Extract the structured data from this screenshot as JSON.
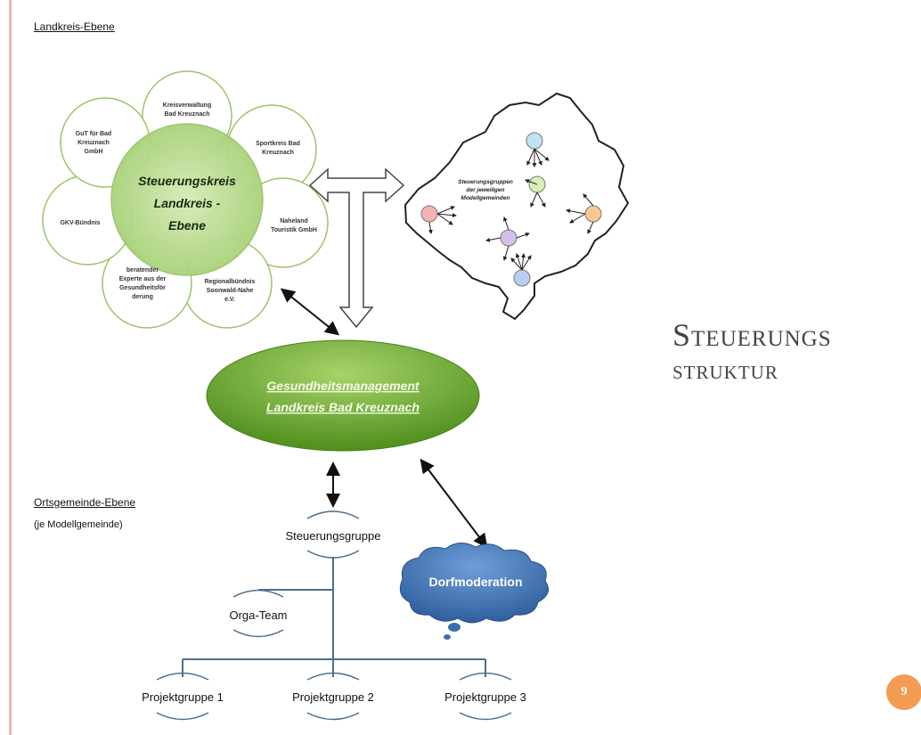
{
  "slide": {
    "title_line1": "Steuerungs",
    "title_line2": "struktur",
    "page_number": "9"
  },
  "diagram": {
    "landkreis_heading": "Landkreis-Ebene",
    "ortsgemeinde_heading": "Ortsgemeinde-Ebene",
    "ortsgemeinde_sub": "(je Modellgemeinde)",
    "center_circle": [
      "Steuerungskreis",
      "Landkreis -",
      "Ebene"
    ],
    "partners": [
      {
        "lines": [
          "Kreisverwaltung",
          "Bad Kreuznach"
        ]
      },
      {
        "lines": [
          "Sportkreis Bad",
          "Kreuznach"
        ]
      },
      {
        "lines": [
          "Naheland",
          "Touristik GmbH"
        ]
      },
      {
        "lines": [
          "Regionalbündnis",
          "Soonwald-Nahe",
          "e.V."
        ]
      },
      {
        "lines": [
          "beratender",
          "Experte aus der",
          "Gesundheitsför",
          "derung"
        ]
      },
      {
        "lines": [
          "GKV-Bündnis"
        ]
      },
      {
        "lines": [
          "GuT für Bad",
          "Kreuznach",
          "GmbH"
        ]
      }
    ],
    "map_label": [
      "Steuerungsgruppen",
      "der jeweiligen",
      "Modellgemeinden"
    ],
    "management": [
      "Gesundheitsmanagement",
      "Landkreis Bad Kreuznach"
    ],
    "steuerungsgruppe": "Steuerungsgruppe",
    "orga_team": "Orga-Team",
    "projektgruppen": [
      "Projektgruppe 1",
      "Projektgruppe 2",
      "Projektgruppe 3"
    ],
    "dorfmoderation": "Dorfmoderation",
    "colors": {
      "green_light": "#c9e3a6",
      "green_dark": "#6fae2e",
      "cloud_blue": "#3b72b8",
      "badge_orange": "#f39c54"
    }
  }
}
